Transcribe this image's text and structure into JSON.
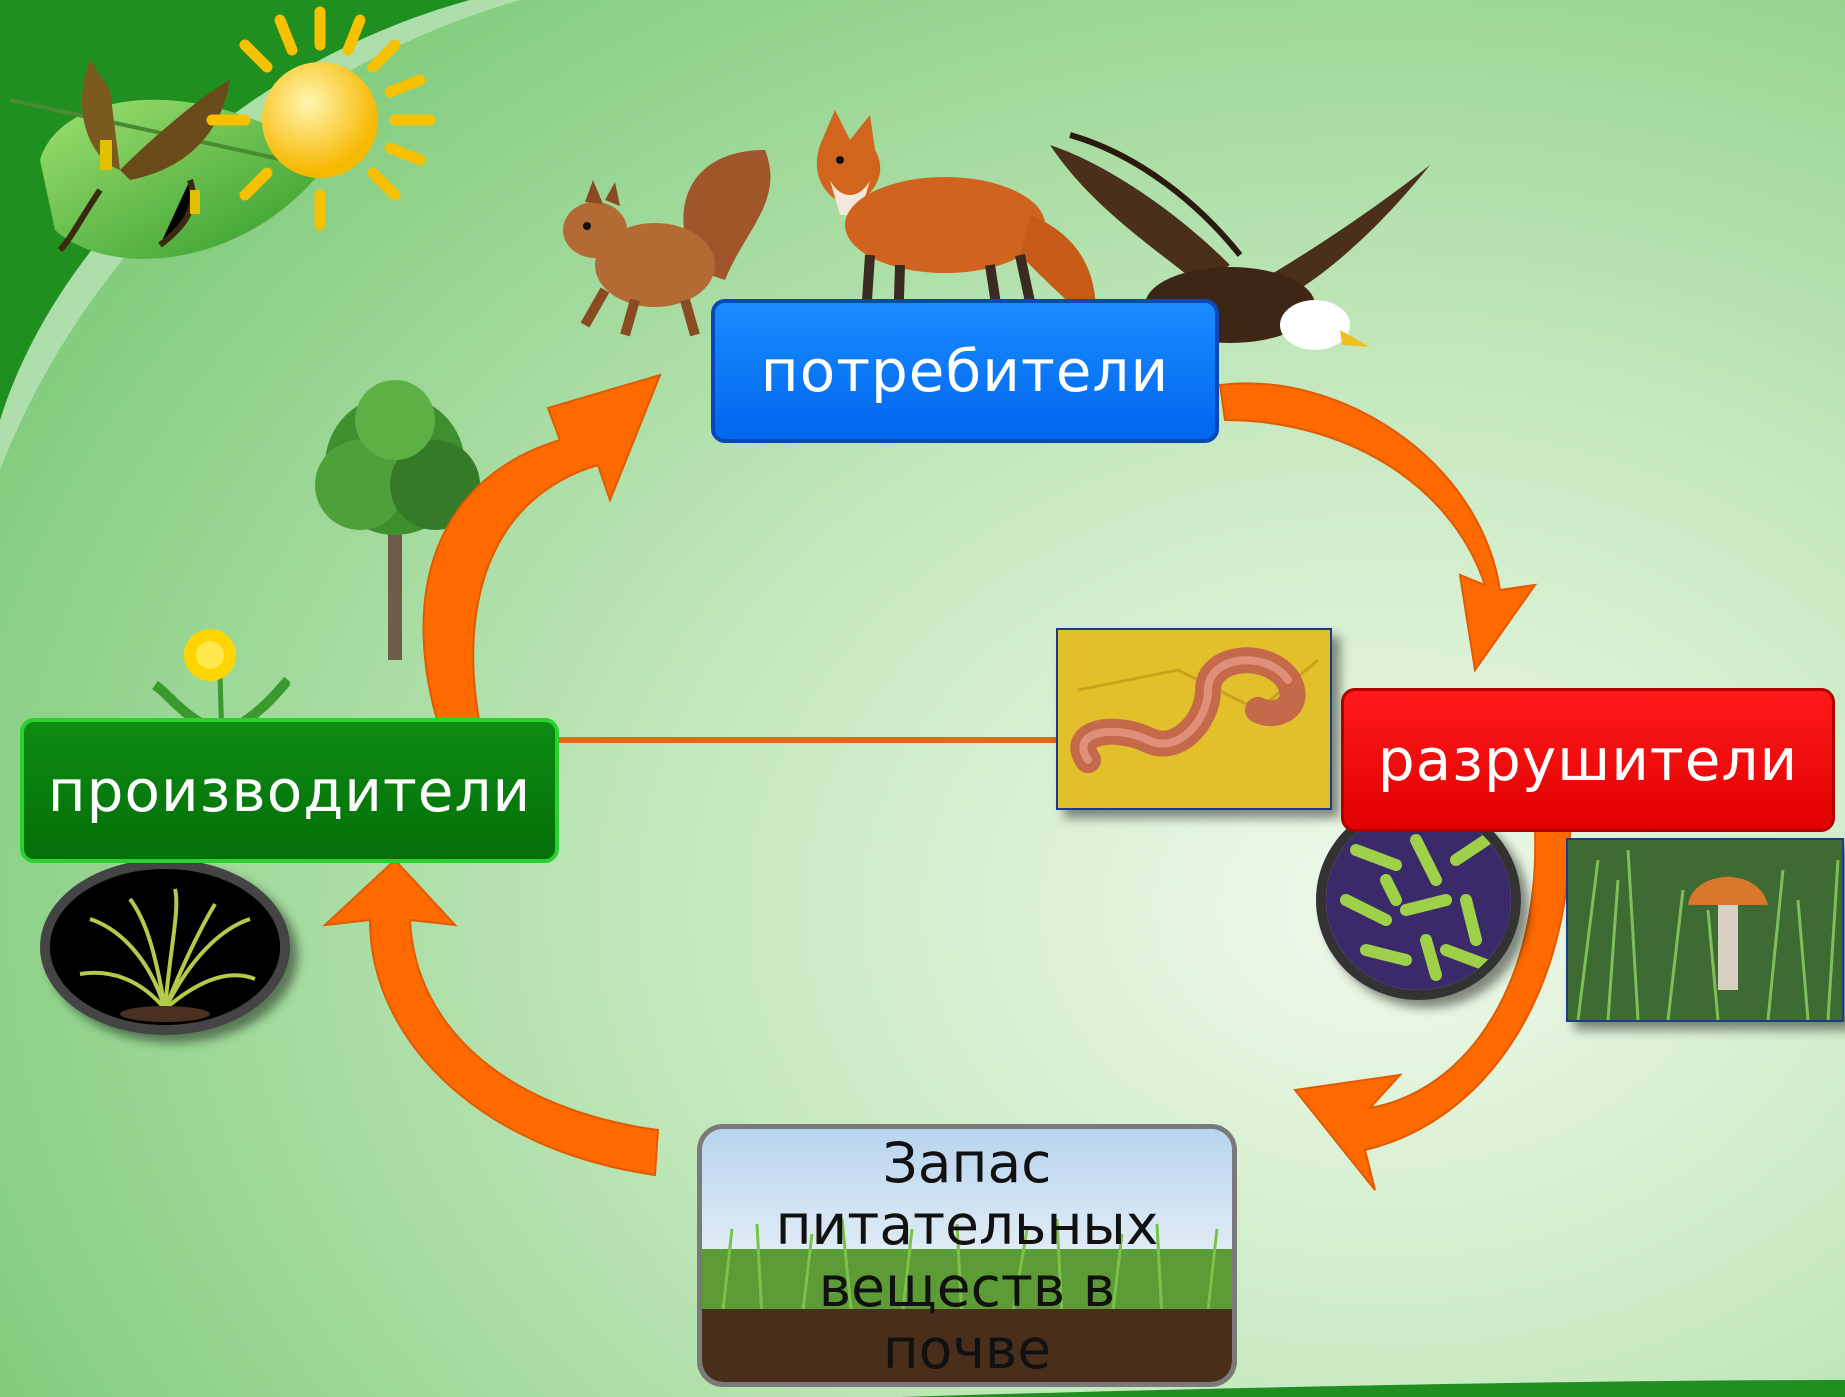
{
  "nodes": {
    "consumers": "потребители",
    "producers": "производители",
    "decomposers": "разрушители",
    "soil": "Запас\nпитательных\nвеществ в\nпочве"
  },
  "colors": {
    "consumers": "#0a6cf5",
    "producers": "#067a0b",
    "decomposers": "#f00000",
    "arrow": "#ff6a00",
    "background_light": "#e8f5e0",
    "background_green": "#8fd18a",
    "corner_green": "#1f8f1f"
  },
  "icons": [
    "sun-icon",
    "butterflies-on-leaf-icon",
    "squirrel-icon",
    "fox-icon",
    "eagle-icon",
    "tree-icon",
    "dandelion-icon",
    "grass-tuft-icon",
    "earthworm-icon",
    "bacteria-icon",
    "mushroom-icon"
  ]
}
